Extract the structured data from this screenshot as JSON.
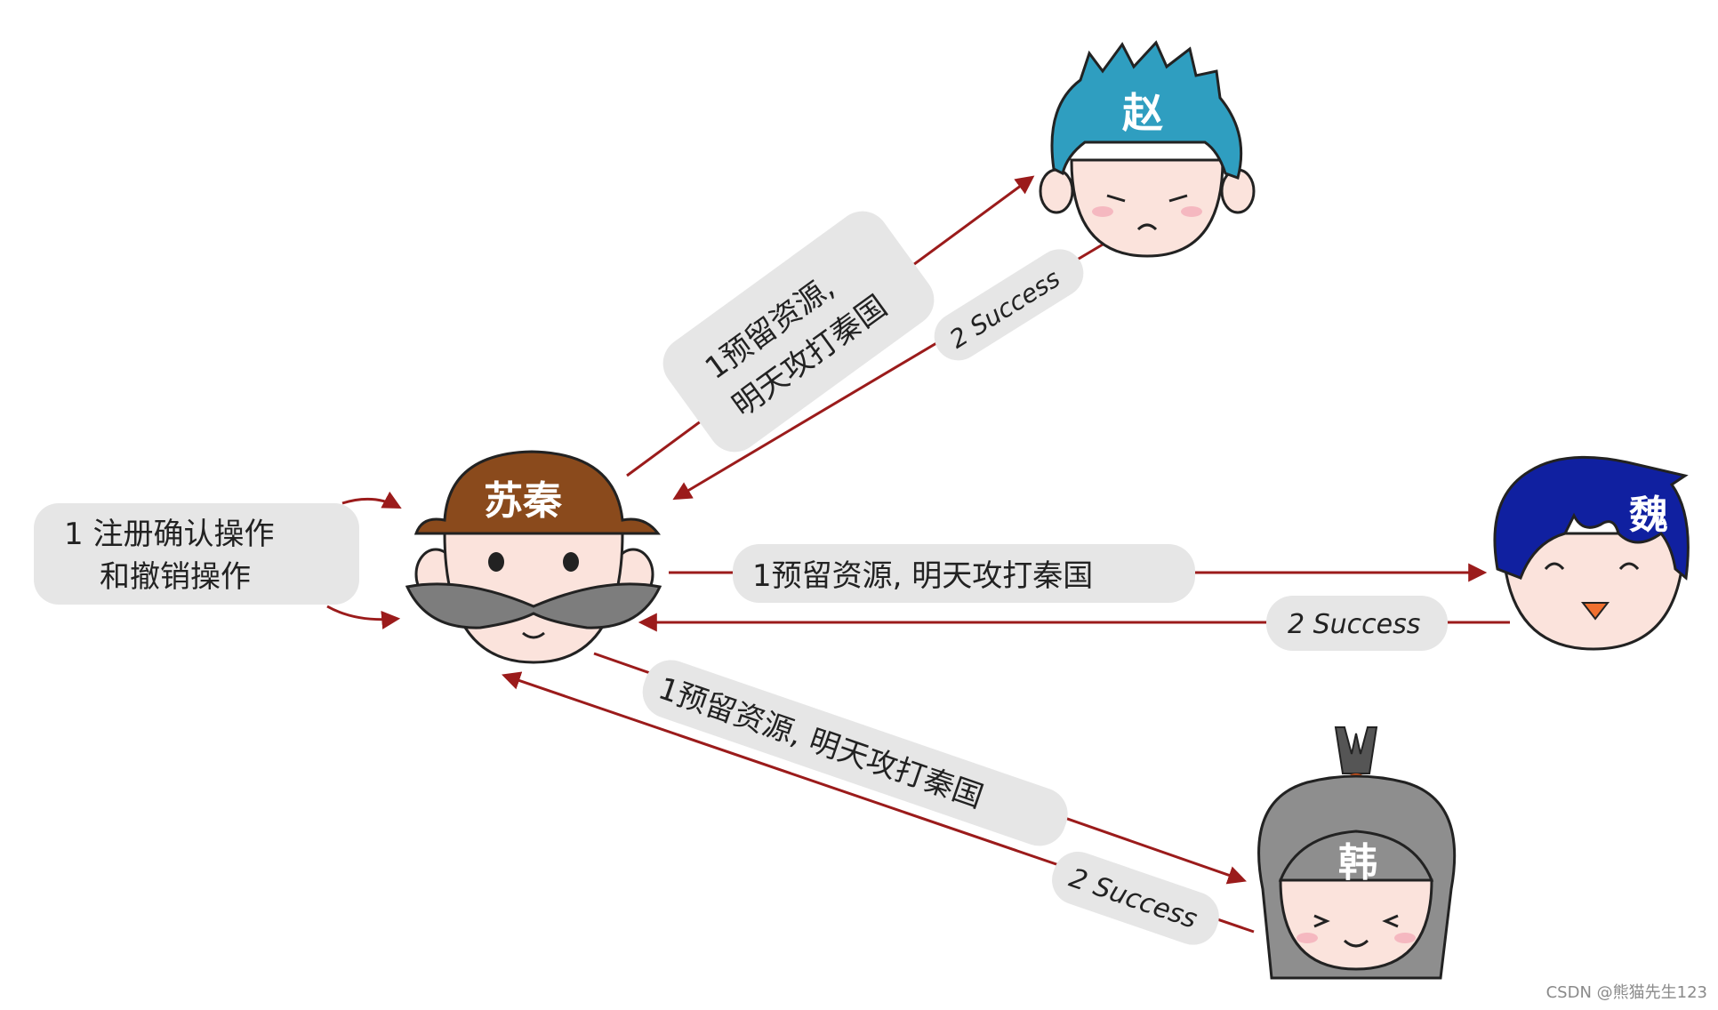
{
  "colors": {
    "arrow": "#9b1b1b",
    "pill": "#e6e6e6",
    "zhao_hair": "#2f9ec0",
    "wei_hair": "#1020a0",
    "han_hair": "#8e8e8e",
    "sq_hat": "#8a4a1c",
    "skin": "#fbe3dc"
  },
  "characters": {
    "suqin": "苏秦",
    "zhao": "赵",
    "wei": "魏",
    "han": "韩"
  },
  "labels": {
    "register_line1": "1 注册确认操作",
    "register_line2": "和撤销操作",
    "zhao_req_line1": "1预留资源,",
    "zhao_req_line2": "明天攻打秦国",
    "zhao_resp": "2 Success",
    "wei_req": "1预留资源, 明天攻打秦国",
    "wei_resp": "2 Success",
    "han_req": "1预留资源, 明天攻打秦国",
    "han_resp": "2 Success"
  },
  "watermark": "CSDN @熊猫先生123"
}
